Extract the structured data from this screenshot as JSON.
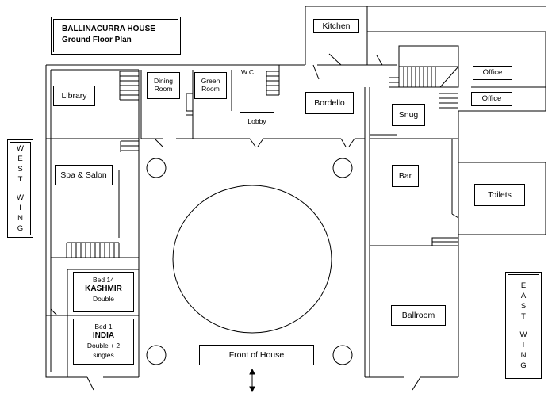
{
  "title": {
    "line1": "BALLINACURRA HOUSE",
    "line2": "Ground Floor Plan"
  },
  "rooms": {
    "kitchen": "Kitchen",
    "library": "Library",
    "dining": "Dining Room",
    "green": "Green Room",
    "wc": "W.C",
    "lobby": "Lobby",
    "bordello": "Bordello",
    "office1": "Office",
    "office2": "Office",
    "snug": "Snug",
    "spa": "Spa & Salon",
    "bar": "Bar",
    "toilets": "Toilets",
    "ballroom": "Ballroom",
    "front": "Front of House"
  },
  "bedrooms": {
    "kashmir": {
      "number": "Bed 14",
      "name": "KASHMIR",
      "type": "Double"
    },
    "india": {
      "number": "Bed 1",
      "name": "INDIA",
      "type": "Double + 2 singles"
    }
  },
  "wings": {
    "west": [
      "W",
      "E",
      "S",
      "T",
      "",
      "W",
      "I",
      "N",
      "G"
    ],
    "east": [
      "E",
      "A",
      "S",
      "T",
      "",
      "W",
      "I",
      "N",
      "G"
    ]
  }
}
